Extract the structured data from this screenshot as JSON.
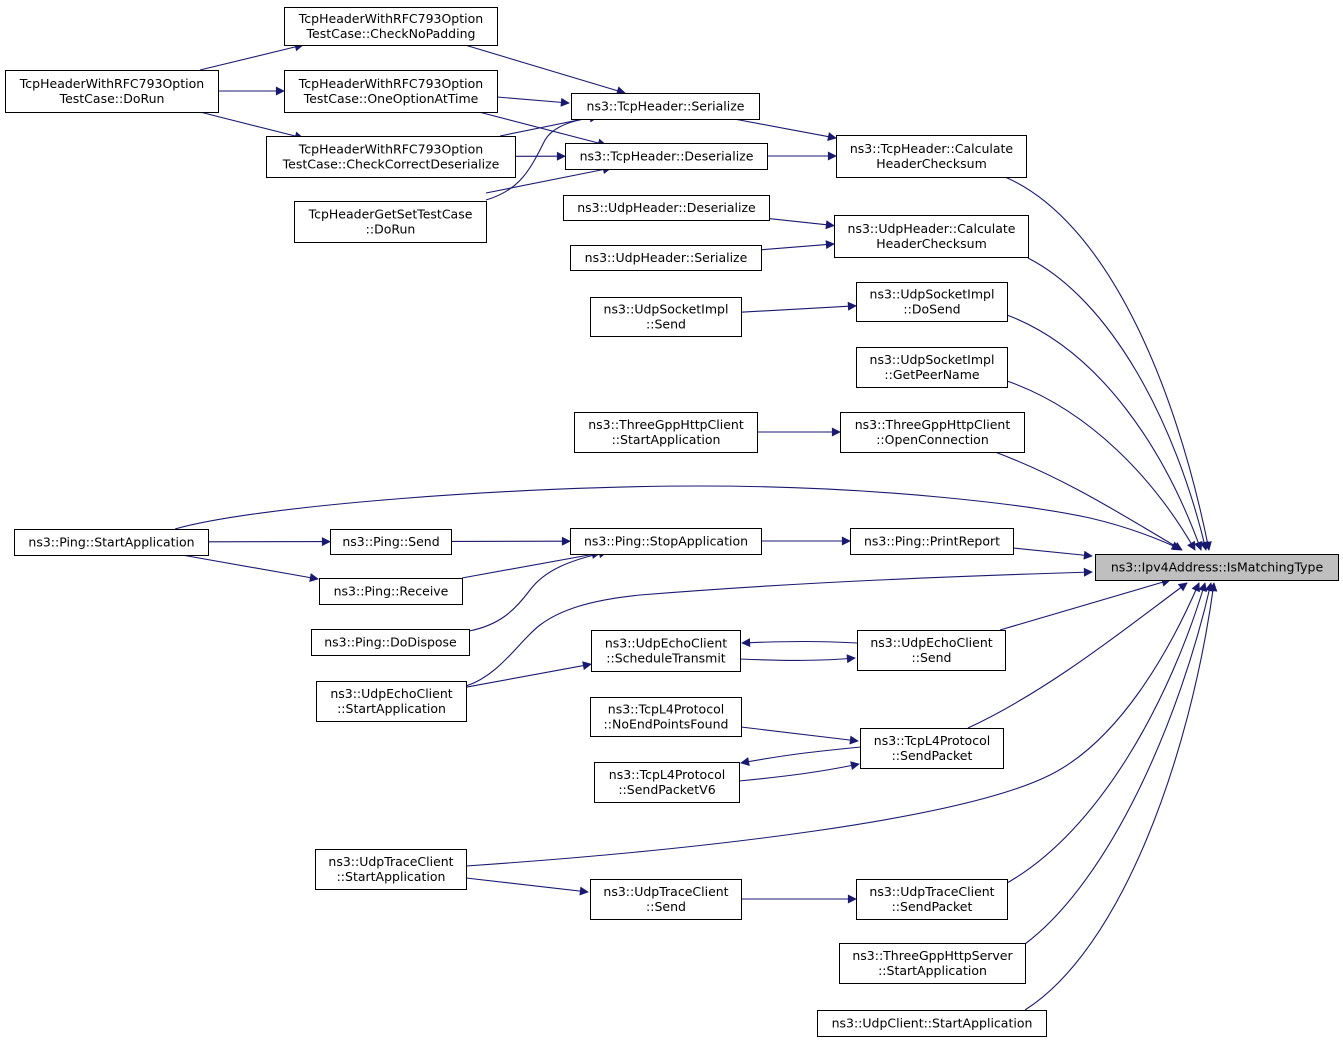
{
  "graph": {
    "title": "ns3::Ipv4Address::IsMatchingType",
    "edge_color": "#191970",
    "root_fill": "#bfbfbf",
    "nodes": [
      {
        "id": "root",
        "lines": [
          "ns3::Ipv4Address::IsMatchingType"
        ]
      },
      {
        "id": "tcp-calc",
        "lines": [
          "ns3::TcpHeader::Calculate",
          "HeaderChecksum"
        ]
      },
      {
        "id": "tcp-ser",
        "lines": [
          "ns3::TcpHeader::Serialize"
        ]
      },
      {
        "id": "tcp-deser",
        "lines": [
          "ns3::TcpHeader::Deserialize"
        ]
      },
      {
        "id": "t-nopad",
        "lines": [
          "TcpHeaderWithRFC793Option",
          "TestCase::CheckNoPadding"
        ]
      },
      {
        "id": "t-doruns",
        "lines": [
          "TcpHeaderWithRFC793Option",
          "TestCase::DoRun"
        ]
      },
      {
        "id": "t-oneopt",
        "lines": [
          "TcpHeaderWithRFC793Option",
          "TestCase::OneOptionAtTime"
        ]
      },
      {
        "id": "t-checkcorr",
        "lines": [
          "TcpHeaderWithRFC793Option",
          "TestCase::CheckCorrectDeserialize"
        ]
      },
      {
        "id": "t-getset",
        "lines": [
          "TcpHeaderGetSetTestCase",
          "::DoRun"
        ]
      },
      {
        "id": "udp-calc",
        "lines": [
          "ns3::UdpHeader::Calculate",
          "HeaderChecksum"
        ]
      },
      {
        "id": "udp-deser",
        "lines": [
          "ns3::UdpHeader::Deserialize"
        ]
      },
      {
        "id": "udp-ser",
        "lines": [
          "ns3::UdpHeader::Serialize"
        ]
      },
      {
        "id": "udpsock-dosend",
        "lines": [
          "ns3::UdpSocketImpl",
          "::DoSend"
        ]
      },
      {
        "id": "udpsock-send",
        "lines": [
          "ns3::UdpSocketImpl",
          "::Send"
        ]
      },
      {
        "id": "udpsock-peer",
        "lines": [
          "ns3::UdpSocketImpl",
          "::GetPeerName"
        ]
      },
      {
        "id": "http-open",
        "lines": [
          "ns3::ThreeGppHttpClient",
          "::OpenConnection"
        ]
      },
      {
        "id": "http-start",
        "lines": [
          "ns3::ThreeGppHttpClient",
          "::StartApplication"
        ]
      },
      {
        "id": "ping-start",
        "lines": [
          "ns3::Ping::StartApplication"
        ]
      },
      {
        "id": "ping-send",
        "lines": [
          "ns3::Ping::Send"
        ]
      },
      {
        "id": "ping-receive",
        "lines": [
          "ns3::Ping::Receive"
        ]
      },
      {
        "id": "ping-stop",
        "lines": [
          "ns3::Ping::StopApplication"
        ]
      },
      {
        "id": "ping-report",
        "lines": [
          "ns3::Ping::PrintReport"
        ]
      },
      {
        "id": "ping-dispose",
        "lines": [
          "ns3::Ping::DoDispose"
        ]
      },
      {
        "id": "echo-sched",
        "lines": [
          "ns3::UdpEchoClient",
          "::ScheduleTransmit"
        ]
      },
      {
        "id": "echo-send",
        "lines": [
          "ns3::UdpEchoClient",
          "::Send"
        ]
      },
      {
        "id": "echo-start",
        "lines": [
          "ns3::UdpEchoClient",
          "::StartApplication"
        ]
      },
      {
        "id": "tcpl4-noend",
        "lines": [
          "ns3::TcpL4Protocol",
          "::NoEndPointsFound"
        ]
      },
      {
        "id": "tcpl4-send",
        "lines": [
          "ns3::TcpL4Protocol",
          "::SendPacket"
        ]
      },
      {
        "id": "tcpl4-send6",
        "lines": [
          "ns3::TcpL4Protocol",
          "::SendPacketV6"
        ]
      },
      {
        "id": "trace-start",
        "lines": [
          "ns3::UdpTraceClient",
          "::StartApplication"
        ]
      },
      {
        "id": "trace-send",
        "lines": [
          "ns3::UdpTraceClient",
          "::Send"
        ]
      },
      {
        "id": "trace-sendpkt",
        "lines": [
          "ns3::UdpTraceClient",
          "::SendPacket"
        ]
      },
      {
        "id": "httpsrv-start",
        "lines": [
          "ns3::ThreeGppHttpServer",
          "::StartApplication"
        ]
      },
      {
        "id": "udpclient-start",
        "lines": [
          "ns3::UdpClient::StartApplication"
        ]
      }
    ],
    "edges": [
      {
        "from": "tcp-calc",
        "to": "root"
      },
      {
        "from": "tcp-ser",
        "to": "tcp-calc"
      },
      {
        "from": "tcp-deser",
        "to": "tcp-calc"
      },
      {
        "from": "t-nopad",
        "to": "tcp-ser"
      },
      {
        "from": "t-oneopt",
        "to": "tcp-ser"
      },
      {
        "from": "t-checkcorr",
        "to": "tcp-ser"
      },
      {
        "from": "t-getset",
        "to": "tcp-ser"
      },
      {
        "from": "t-oneopt",
        "to": "tcp-deser"
      },
      {
        "from": "t-checkcorr",
        "to": "tcp-deser"
      },
      {
        "from": "t-getset",
        "to": "tcp-deser"
      },
      {
        "from": "t-doruns",
        "to": "t-nopad"
      },
      {
        "from": "t-doruns",
        "to": "t-oneopt"
      },
      {
        "from": "t-doruns",
        "to": "t-checkcorr"
      },
      {
        "from": "udp-calc",
        "to": "root"
      },
      {
        "from": "udp-deser",
        "to": "udp-calc"
      },
      {
        "from": "udp-ser",
        "to": "udp-calc"
      },
      {
        "from": "udpsock-dosend",
        "to": "root"
      },
      {
        "from": "udpsock-send",
        "to": "udpsock-dosend"
      },
      {
        "from": "udpsock-peer",
        "to": "root"
      },
      {
        "from": "http-open",
        "to": "root"
      },
      {
        "from": "http-start",
        "to": "http-open"
      },
      {
        "from": "ping-start",
        "to": "root"
      },
      {
        "from": "ping-start",
        "to": "ping-send"
      },
      {
        "from": "ping-start",
        "to": "ping-receive"
      },
      {
        "from": "ping-send",
        "to": "ping-stop"
      },
      {
        "from": "ping-receive",
        "to": "ping-stop"
      },
      {
        "from": "ping-dispose",
        "to": "ping-stop"
      },
      {
        "from": "ping-stop",
        "to": "ping-report"
      },
      {
        "from": "ping-report",
        "to": "root"
      },
      {
        "from": "echo-start",
        "to": "root"
      },
      {
        "from": "echo-send",
        "to": "root"
      },
      {
        "from": "echo-send",
        "to": "echo-sched"
      },
      {
        "from": "echo-sched",
        "to": "echo-send"
      },
      {
        "from": "echo-start",
        "to": "echo-sched"
      },
      {
        "from": "tcpl4-send",
        "to": "root"
      },
      {
        "from": "tcpl4-noend",
        "to": "tcpl4-send"
      },
      {
        "from": "tcpl4-send6",
        "to": "tcpl4-send"
      },
      {
        "from": "tcpl4-send",
        "to": "tcpl4-send6"
      },
      {
        "from": "trace-start",
        "to": "root"
      },
      {
        "from": "trace-start",
        "to": "trace-send"
      },
      {
        "from": "trace-send",
        "to": "trace-sendpkt"
      },
      {
        "from": "trace-sendpkt",
        "to": "root"
      },
      {
        "from": "httpsrv-start",
        "to": "root"
      },
      {
        "from": "udpclient-start",
        "to": "root"
      }
    ]
  }
}
